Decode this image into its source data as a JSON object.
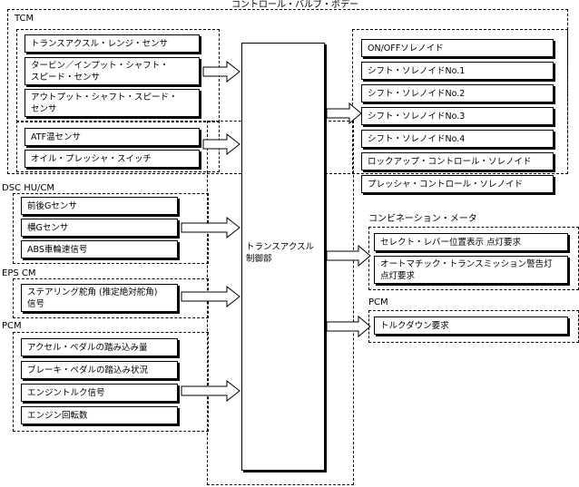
{
  "title": "コントロール・バルブ・ボデー",
  "groups": {
    "tcm": {
      "label": "TCM",
      "items": [
        "トランスアクスル・レンジ・センサ",
        "タービン／インプット・シャフト・\nスピード・センサ",
        "アウトプット・シャフト・スピード・\nセンサ",
        "ATF温センサ",
        "オイル・プレッシャ・スイッチ"
      ]
    },
    "dsc": {
      "label": "DSC HU/CM",
      "items": [
        "前後Gセンサ",
        "横Gセンサ",
        "ABS車輪速信号"
      ]
    },
    "eps": {
      "label": "EPS CM",
      "items": [
        "ステアリング舵角 (推定絶対舵角)\n信号"
      ]
    },
    "pcm_in": {
      "label": "PCM",
      "items": [
        "アクセル・ペダルの踏み込み量",
        "ブレーキ・ペダルの踏込み状況",
        "エンジントルク信号",
        "エンジン回転数"
      ]
    }
  },
  "controller": {
    "label": "トランスアクスル\n制御部"
  },
  "outputs": {
    "valve_body": {
      "items": [
        "ON/OFFソレノイド",
        "シフト・ソレノイドNo.1",
        "シフト・ソレノイドNo.2",
        "シフト・ソレノイドNo.3",
        "シフト・ソレノイドNo.4",
        "ロックアップ・コントロール・ソレノイド",
        "プレッシャ・コントロール・ソレノイド"
      ]
    },
    "meter": {
      "label": "コンビネーション・メータ",
      "items": [
        "セレクト・レバー位置表示 点灯要求",
        "オートマチック・トランスミッション警告灯\n点灯要求"
      ]
    },
    "pcm_out": {
      "label": "PCM",
      "items": [
        "トルクダウン要求"
      ]
    }
  }
}
